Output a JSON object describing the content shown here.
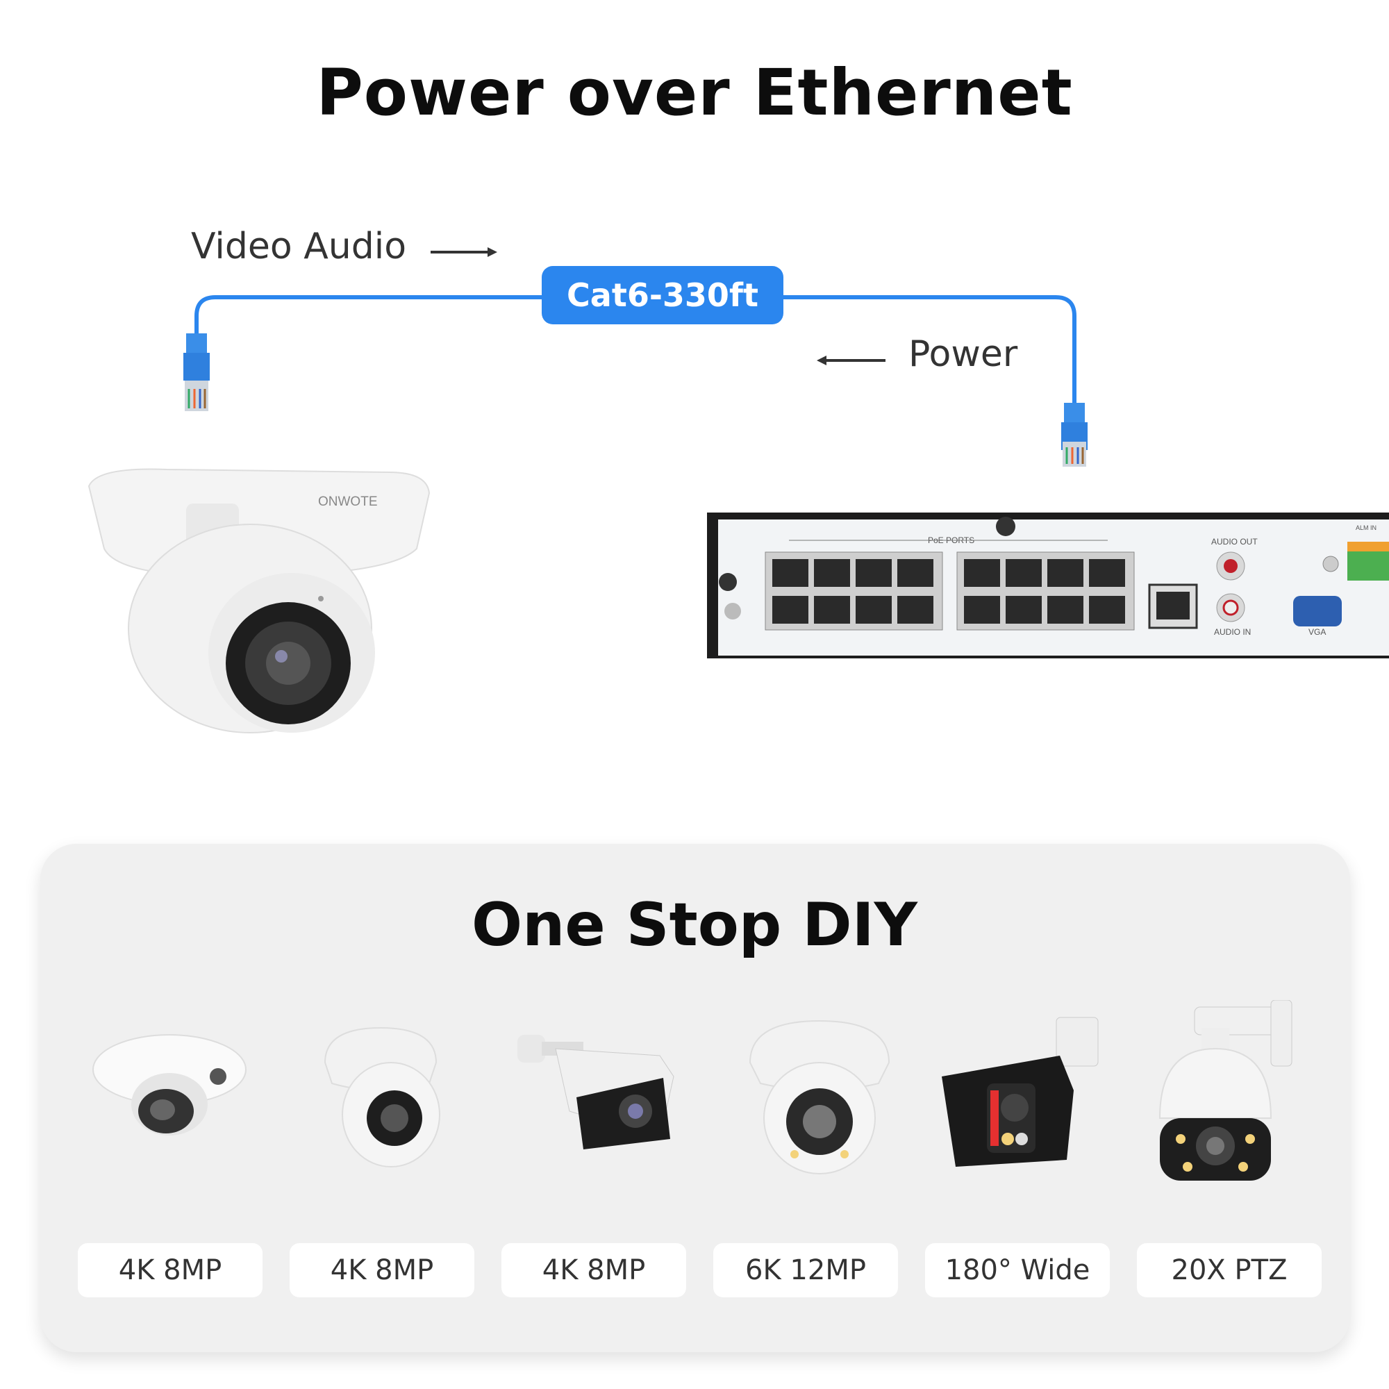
{
  "header": {
    "title": "Power over Ethernet"
  },
  "diagram": {
    "video_audio_label": "Video Audio",
    "power_label": "Power",
    "cable_label": "Cat6-330ft",
    "camera_brand": "ONWOTE",
    "nvr_labels": {
      "poe_ports": "PoE PORTS",
      "audio_out": "AUDIO OUT",
      "audio_in": "AUDIO IN",
      "vga": "VGA",
      "alarm_in": "ALM IN"
    },
    "colors": {
      "cable": "#2b86ee",
      "badge": "#2b86ee"
    }
  },
  "lineup": {
    "title": "One Stop DIY",
    "items": [
      {
        "label": "4K 8MP",
        "icon": "mini-dome-camera-icon"
      },
      {
        "label": "4K 8MP",
        "icon": "turret-camera-icon"
      },
      {
        "label": "4K 8MP",
        "icon": "bullet-camera-icon"
      },
      {
        "label": "6K 12MP",
        "icon": "color-turret-camera-icon"
      },
      {
        "label": "180° Wide",
        "icon": "dual-lens-bullet-camera-icon"
      },
      {
        "label": "20X PTZ",
        "icon": "ptz-camera-icon"
      }
    ]
  }
}
